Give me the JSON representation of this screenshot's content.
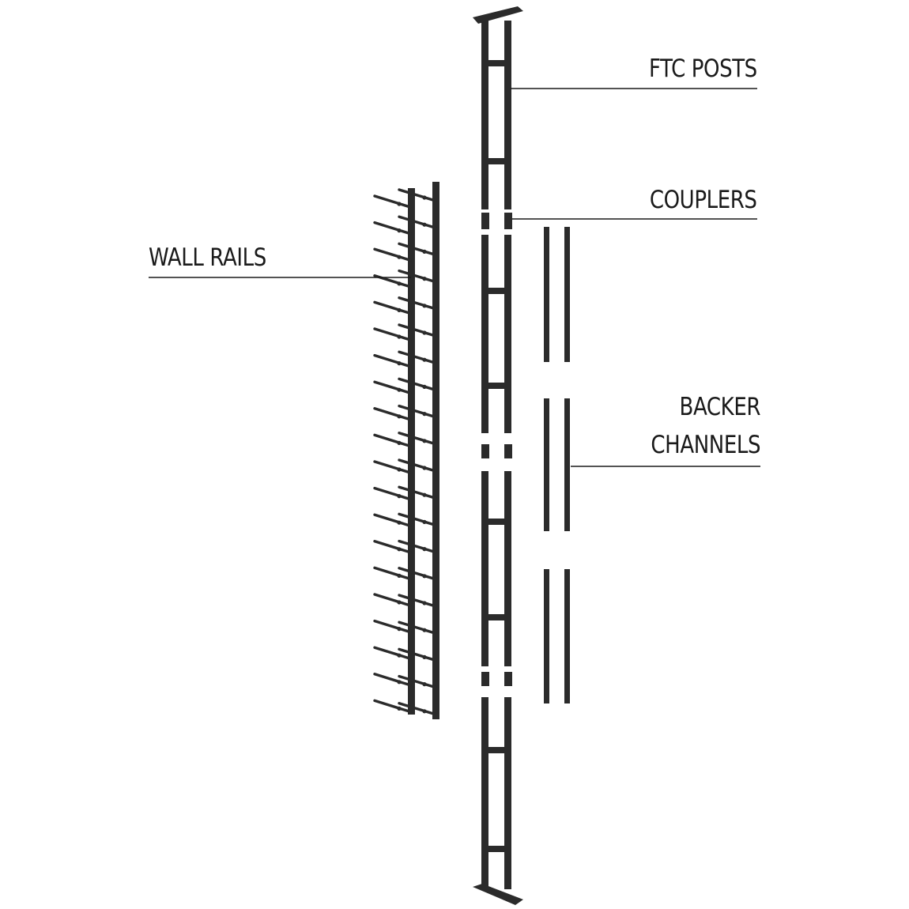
{
  "labels": {
    "ftc_posts": "FTC POSTS",
    "couplers": "COUPLERS",
    "wall_rails": "WALL RAILS",
    "backer_channels_line1": "BACKER",
    "backer_channels_line2": "CHANNELS"
  },
  "colors": {
    "metal": "#2b2b2b",
    "metal_edge": "#111111",
    "text": "#1a1a1a",
    "background": "#ffffff"
  }
}
